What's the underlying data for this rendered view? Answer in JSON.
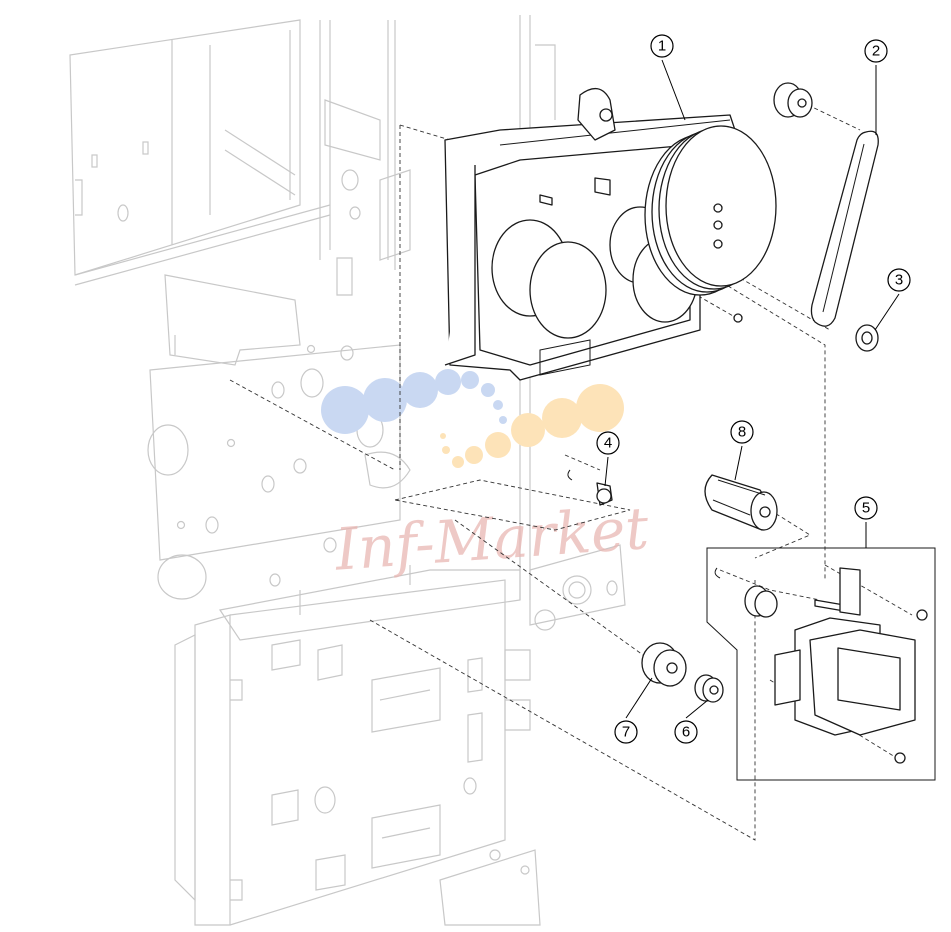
{
  "callouts": [
    {
      "id": "1",
      "label": "1"
    },
    {
      "id": "2",
      "label": "2"
    },
    {
      "id": "3",
      "label": "3"
    },
    {
      "id": "4",
      "label": "4"
    },
    {
      "id": "5",
      "label": "5"
    },
    {
      "id": "6",
      "label": "6"
    },
    {
      "id": "7",
      "label": "7"
    },
    {
      "id": "8",
      "label": "8"
    }
  ],
  "watermark": {
    "text": "Inf-Market",
    "colors": {
      "blue": "#c9d8f2",
      "orange": "#fde3b8",
      "pink": "#e9b7b3"
    }
  }
}
